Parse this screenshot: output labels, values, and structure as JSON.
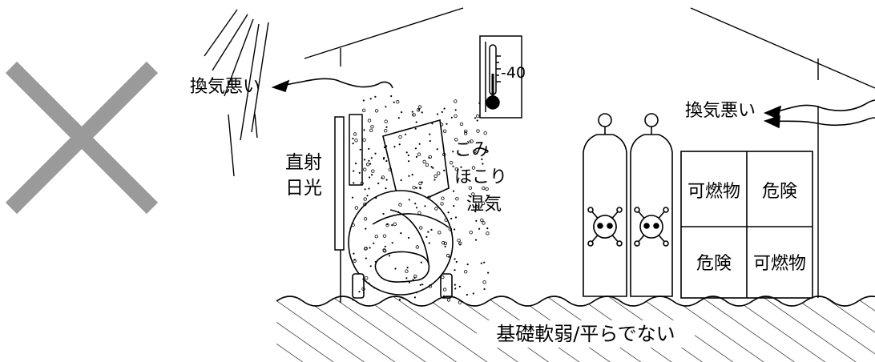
{
  "figure": {
    "verdict_color": "#9a9a9a",
    "thermometer_reading": "-40",
    "labels": {
      "vent_left": "換気悪い",
      "vent_right": "換気悪い",
      "sunlight_line1": "直射",
      "sunlight_line2": "日光",
      "dust_line1": "ごみ",
      "dust_line2": "ほこり",
      "dust_line3": "湿気",
      "ground": "基礎軟弱/平らでない"
    },
    "boxes": {
      "top_left": "可燃物",
      "top_right": "危険",
      "bottom_left": "危険",
      "bottom_right": "可燃物"
    }
  }
}
